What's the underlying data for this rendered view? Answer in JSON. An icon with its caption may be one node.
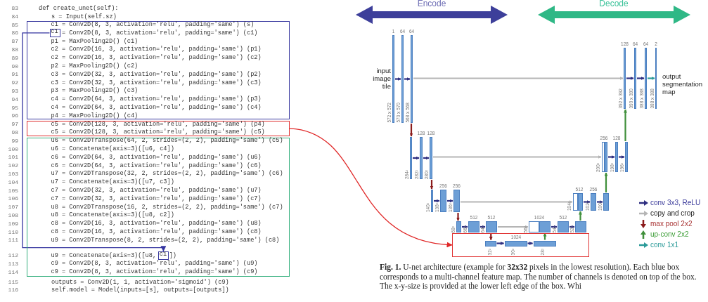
{
  "diagram": {
    "caption": "**Fig. 1.** U-net architecture (example for **32x32** pixels in the lowest resolution). Each blue box corresponds to a multi-channel feature map. The number of channels is denoted on top of the box. The x-y-size is provided at the lower left edge of the box. Whi",
    "nodes": [
      {
        "text": [
          "c1 = Conv2D(8, 3, activation='relu', padding='same') (s)",
          "= Conv2D(8, 3, activation='relu', padding='same') (c1)",
          "p1 = MaxPooling2D() (c1)",
          "c2 = Conv2D(16, 3, activation='relu', padding='same') (p1)",
          "c2 = Conv2D(16, 3, activation='relu', padding='same') (c2)",
          "p2 = MaxPooling2D() (c2)",
          "c3 = Conv2D(32, 3, activation='relu', padding='same') (p2)",
          "c3 = Conv2D(32, 3, activation='relu', padding='same') (c3)",
          "p3 = MaxPooling2D() (c3)",
          "c4 = Conv2D(64, 3, activation='relu', padding='same') (p3)",
          "c4 = Conv2D(64, 3, activation='relu', padding='same') (c4)",
          "p4 = MaxPooling2D() (c4)"
        ]
      },
      {
        "text": [
          "c1"
        ],
        "in": 0
      },
      {
        "text": [
          "c5 = Conv2D(128, 3, activation='relu', padding='same') (p4)",
          "c5 = Conv2D(128, 3, activation='relu', padding='same') (c5)"
        ]
      },
      {
        "text": [
          "u6 = Conv2DTranspose(64, 2, strides=(2, 2), padding='same') (c5)",
          "u6 = Concatenate(axis=3)([u6, c4])",
          "c6 = Conv2D(64, 3, activation='relu', padding='same') (u6)",
          "c6 = Conv2D(64, 3, activation='relu', padding='same') (c6)",
          "u7 = Conv2DTranspose(32, 2, strides=(2, 2), padding='same') (c6)",
          "u7 = Concatenate(axis=3)([u7, c3])",
          "c7 = Conv2D(32, 3, activation='relu', padding='same') (u7)",
          "c7 = Conv2D(32, 3, activation='relu', padding='same') (c7)",
          "u8 = Conv2DTranspose(16, 2, strides=(2, 2), padding='same') (c7)",
          "u8 = Concatenate(axis=3)([u8, c2])",
          "c8 = Conv2D(16, 3, activation='relu', padding='same') (u8)",
          "c8 = Conv2D(16, 3, activation='relu', padding='same') (c8)",
          "u9 = Conv2DTranspose(8, 2, strides=(2, 2), padding='same') (c8)",
          "u9 = Concatenate(axis=3)([u8,",
          "])",
          "c9 = Conv2D(8, 3, activation='relu', padding='same') (u9)",
          "c9 = Conv2D(8, 3, activation='relu', padding='same') (c9)"
        ]
      },
      {
        "text": [
          "c1"
        ],
        "in": 3
      },
      {
        "text": [],
        "shape": "box"
      },
      {
        "text": [
          "1"
        ],
        "beside": [
          "572 x 572"
        ]
      },
      {
        "text": [
          "64"
        ],
        "beside": [
          "570 x 570"
        ]
      },
      {
        "text": [
          "64"
        ],
        "beside": [
          "568 x 568"
        ]
      },
      {
        "text": [
          "128"
        ],
        "beside": [
          "392 x 392"
        ]
      },
      {
        "text": [
          "64"
        ],
        "beside": [
          "390 x 390"
        ]
      },
      {
        "text": [
          "64"
        ],
        "beside": [
          "388 x 388"
        ]
      },
      {
        "text": [
          "2"
        ],
        "beside": [
          "388 x 388"
        ]
      },
      {
        "text": [],
        "shape": "bar",
        "beside": [
          "284²"
        ]
      },
      {
        "text": [
          "128"
        ],
        "beside": [
          "282²"
        ]
      },
      {
        "text": [
          "128"
        ],
        "beside": [
          "280²"
        ]
      },
      {
        "text": [
          "256"
        ],
        "beside": [
          "200²"
        ]
      },
      {
        "text": [],
        "shape": "bar"
      },
      {
        "text": [
          "128"
        ],
        "beside": [
          "198²"
        ]
      },
      {
        "text": [],
        "shape": "bar",
        "beside": [
          "196²"
        ]
      },
      {
        "text": [],
        "shape": "bar",
        "beside": [
          "140²"
        ]
      },
      {
        "text": [
          "256"
        ],
        "beside": [
          "138²"
        ]
      },
      {
        "text": [
          "256"
        ],
        "beside": [
          "136²"
        ]
      },
      {
        "text": [
          "512"
        ],
        "beside": [
          "104²"
        ]
      },
      {
        "text": [],
        "shape": "bar"
      },
      {
        "text": [
          "256"
        ],
        "beside": [
          "102²"
        ]
      },
      {
        "text": [],
        "shape": "bar",
        "beside": [
          "100²"
        ]
      },
      {
        "text": [],
        "shape": "bar",
        "beside": [
          "68²"
        ]
      },
      {
        "text": [
          "512"
        ],
        "beside": [
          "66²"
        ]
      },
      {
        "text": [
          "512"
        ],
        "beside": [
          "64²"
        ]
      },
      {
        "text": [
          "1024"
        ],
        "beside": [
          "56²"
        ]
      },
      {
        "text": [],
        "shape": "bar"
      },
      {
        "text": [
          "512"
        ],
        "beside": [
          "54²"
        ]
      },
      {
        "text": [],
        "shape": "bar",
        "beside": [
          "52²"
        ]
      },
      {
        "text": [],
        "shape": "bar",
        "beside": [
          "32²"
        ],
        "in": 5
      },
      {
        "text": [
          "1024"
        ],
        "beside": [
          "30²"
        ],
        "in": 5
      },
      {
        "text": [],
        "shape": "bar",
        "beside": [
          "28²"
        ],
        "in": 5
      }
    ],
    "edges": [
      {
        "from": 1,
        "to": 4,
        "arrow": "to",
        "color": "#3535a0"
      },
      {
        "from": 2,
        "to": 5,
        "arrow": "to",
        "color": "#e02828"
      },
      {
        "from": 6,
        "to": 7,
        "arrow": "to"
      },
      {
        "from": 7,
        "to": 8,
        "arrow": "to"
      },
      {
        "from": 8,
        "to": 9,
        "arrow": "to",
        "color": "#b5b5b5"
      },
      {
        "from": 9,
        "to": 10,
        "arrow": "to"
      },
      {
        "from": 10,
        "to": 11,
        "arrow": "to"
      },
      {
        "from": 11,
        "to": 12,
        "arrow": "to",
        "color": "#2a9a98"
      },
      {
        "from": 8,
        "to": 13,
        "arrow": "to",
        "color": "#8b1c1c"
      },
      {
        "from": 13,
        "to": 14,
        "arrow": "to"
      },
      {
        "from": 14,
        "to": 15,
        "arrow": "to"
      },
      {
        "from": 15,
        "to": 16,
        "arrow": "to",
        "color": "#b5b5b5"
      },
      {
        "from": 17,
        "to": 18,
        "arrow": "to"
      },
      {
        "from": 18,
        "to": 19,
        "arrow": "to"
      },
      {
        "from": 19,
        "to": 9,
        "arrow": "to",
        "color": "#3f8f3a"
      },
      {
        "from": 15,
        "to": 20,
        "arrow": "to",
        "color": "#8b1c1c"
      },
      {
        "from": 20,
        "to": 21,
        "arrow": "to"
      },
      {
        "from": 21,
        "to": 22,
        "arrow": "to"
      },
      {
        "from": 22,
        "to": 23,
        "arrow": "to",
        "color": "#b5b5b5"
      },
      {
        "from": 24,
        "to": 25,
        "arrow": "to"
      },
      {
        "from": 25,
        "to": 26,
        "arrow": "to"
      },
      {
        "from": 26,
        "to": 17,
        "arrow": "to",
        "color": "#3f8f3a"
      },
      {
        "from": 22,
        "to": 27,
        "arrow": "to",
        "color": "#8b1c1c"
      },
      {
        "from": 27,
        "to": 28,
        "arrow": "to"
      },
      {
        "from": 28,
        "to": 29,
        "arrow": "to"
      },
      {
        "from": 29,
        "to": 30,
        "arrow": "to",
        "color": "#b5b5b5"
      },
      {
        "from": 31,
        "to": 32,
        "arrow": "to"
      },
      {
        "from": 32,
        "to": 33,
        "arrow": "to"
      },
      {
        "from": 33,
        "to": 24,
        "arrow": "to",
        "color": "#3f8f3a"
      },
      {
        "from": 29,
        "to": 34,
        "arrow": "to",
        "color": "#8b1c1c"
      },
      {
        "from": 34,
        "to": 35,
        "arrow": "to"
      },
      {
        "from": 35,
        "to": 36,
        "arrow": "to"
      },
      {
        "from": 36,
        "to": 31,
        "arrow": "to",
        "color": "#3f8f3a"
      }
    ],
    "labels": [
      "83",
      "def create_unet(self):",
      "84",
      "s = Input(self.sz)",
      "85",
      "86",
      "87",
      "88",
      "89",
      "90",
      "91",
      "92",
      "93",
      "94",
      "95",
      "96",
      "97",
      "98",
      "99",
      "100",
      "101",
      "102",
      "103",
      "104",
      "105",
      "106",
      "107",
      "108",
      "109",
      "110",
      "111",
      "112",
      "113",
      "114",
      "115",
      "outputs = Conv2D(1, 1, activation='sigmoid') (c9)",
      "116",
      "self.model = Model(inputs=[s], outputs=[outputs])",
      "Encode",
      "Decode",
      "input image tile",
      "output segmentation map"
    ],
    "legend": [
      {
        "text": "conv 3x3, ReLU"
      },
      {
        "text": "copy and crop"
      },
      {
        "text": "max pool 2x2"
      },
      {
        "text": "up-conv 2x2"
      },
      {
        "text": "conv 1x1"
      }
    ]
  }
}
